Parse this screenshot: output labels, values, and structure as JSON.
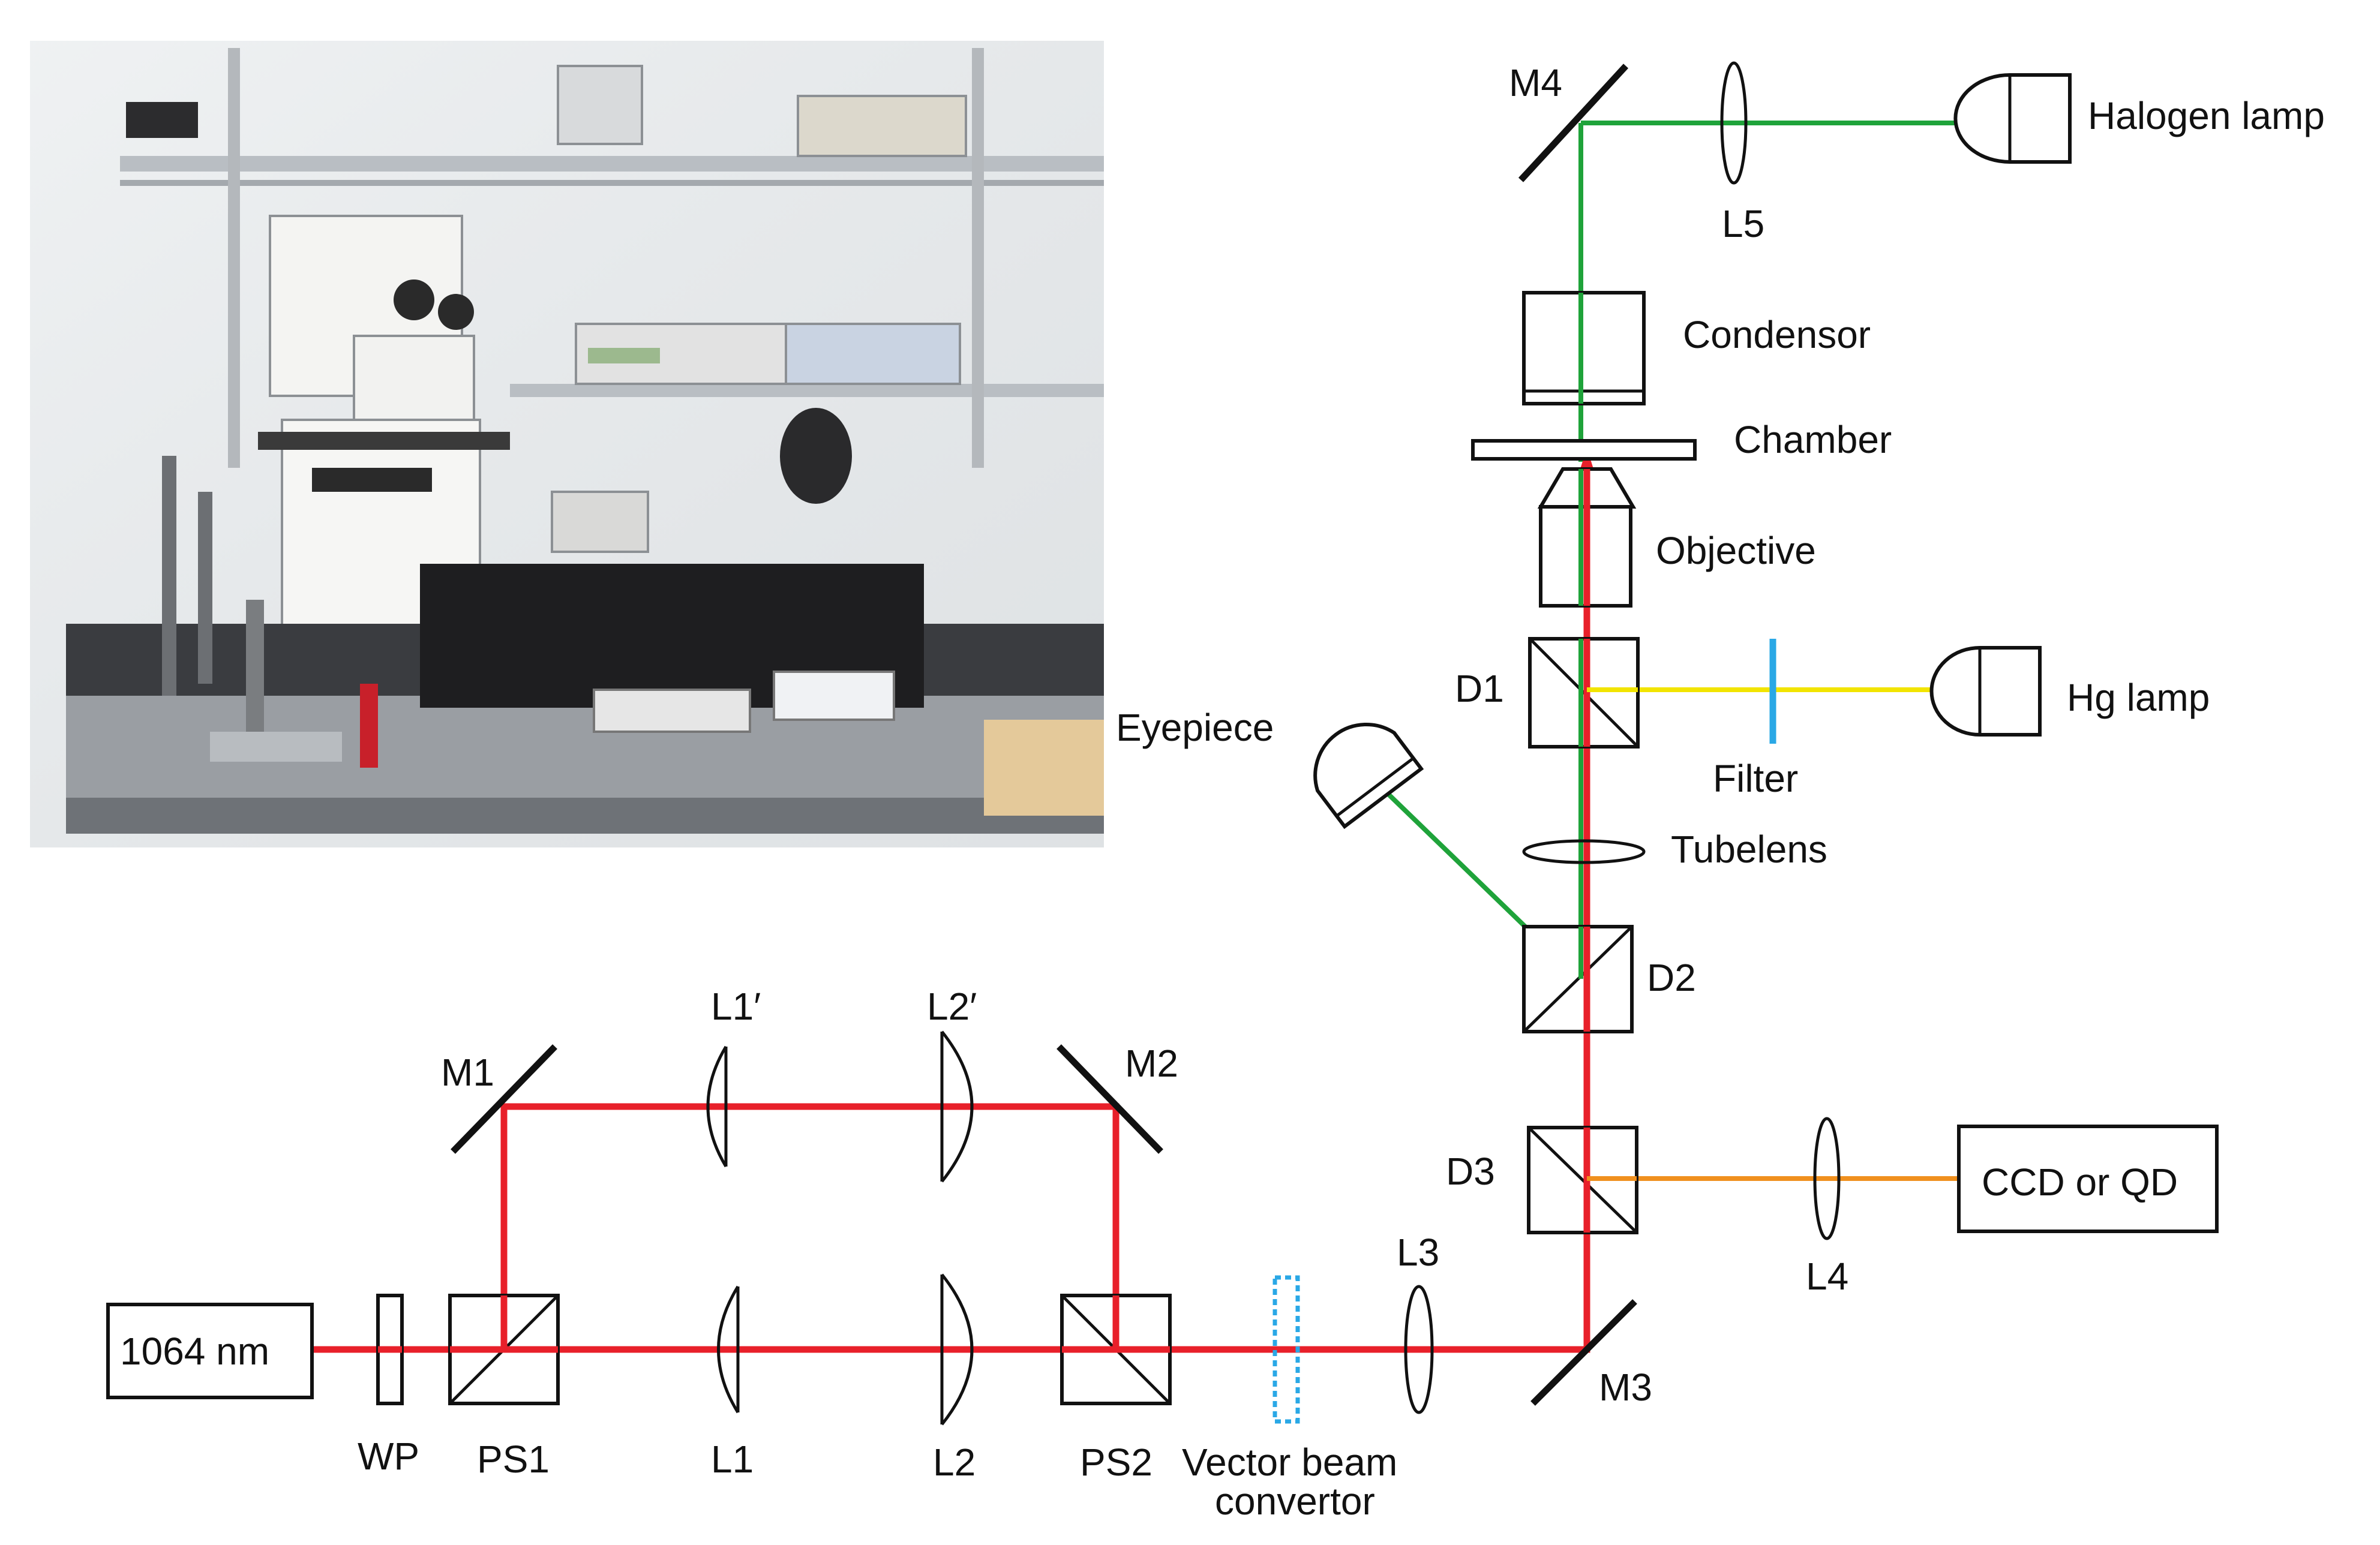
{
  "colors": {
    "ir_beam": "#e8202a",
    "green_beam": "#1fa33a",
    "yellow_beam": "#f2e400",
    "orange_beam": "#f0901e",
    "filter": "#2aa8e6",
    "vector_converter": "#2aa8e6"
  },
  "photo": {
    "description_icon": "lab-photo-optical-tweezers-setup"
  },
  "labels": {
    "m4": "M4",
    "halogen_lamp": "Halogen lamp",
    "l5": "L5",
    "condensor": "Condensor",
    "chamber": "Chamber",
    "objective": "Objective",
    "d1": "D1",
    "hg_lamp": "Hg lamp",
    "filter": "Filter",
    "eyepiece": "Eyepiece",
    "tubelens": "Tubelens",
    "d2": "D2",
    "d3": "D3",
    "ccd": "CCD or QD",
    "l4": "L4",
    "l3": "L3",
    "m3": "M3",
    "m1": "M1",
    "m2": "M2",
    "l1p": "L1′",
    "l2p": "L2′",
    "laser": "1064 nm",
    "wp": "WP",
    "ps1": "PS1",
    "l1": "L1",
    "l2": "L2",
    "ps2": "PS2",
    "vbc_line1": "Vector beam",
    "vbc_line2": "convertor"
  }
}
